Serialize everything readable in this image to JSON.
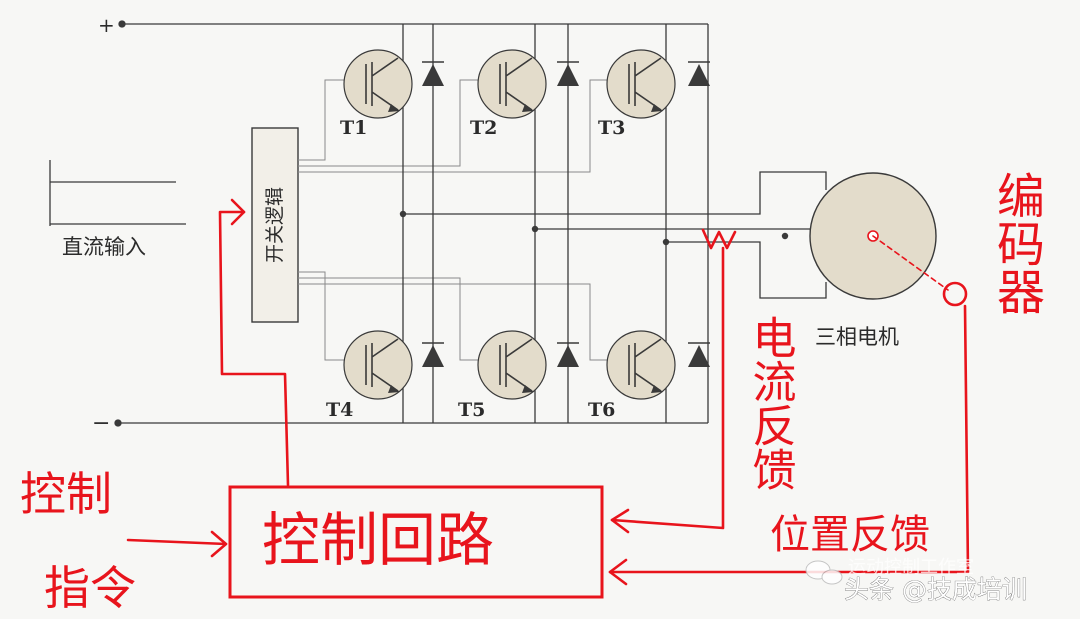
{
  "diagram": {
    "printed": {
      "plus_label": "+",
      "minus_label": "−",
      "dc_input_label": "直流输入",
      "switch_logic_label": "开关逻辑",
      "motor_label": "三相电机",
      "transistors": [
        "T1",
        "T2",
        "T3",
        "T4",
        "T5",
        "T6"
      ]
    },
    "handwritten": {
      "encoder_label": "编码器",
      "current_feedback_label": "电流反馈",
      "position_feedback_label": "位置反馈",
      "control_command_line1": "控制",
      "control_command_line2": "指令",
      "control_loop_label": "控制回路"
    },
    "watermark": {
      "source_partial": "运动控制工作室",
      "platform_text": "头条 @技成培训"
    },
    "colors": {
      "print_ink": "#2b2b2b",
      "annotation_red": "#e8141c",
      "component_fill": "#e3dccb",
      "background": "#f7f7f5"
    }
  }
}
